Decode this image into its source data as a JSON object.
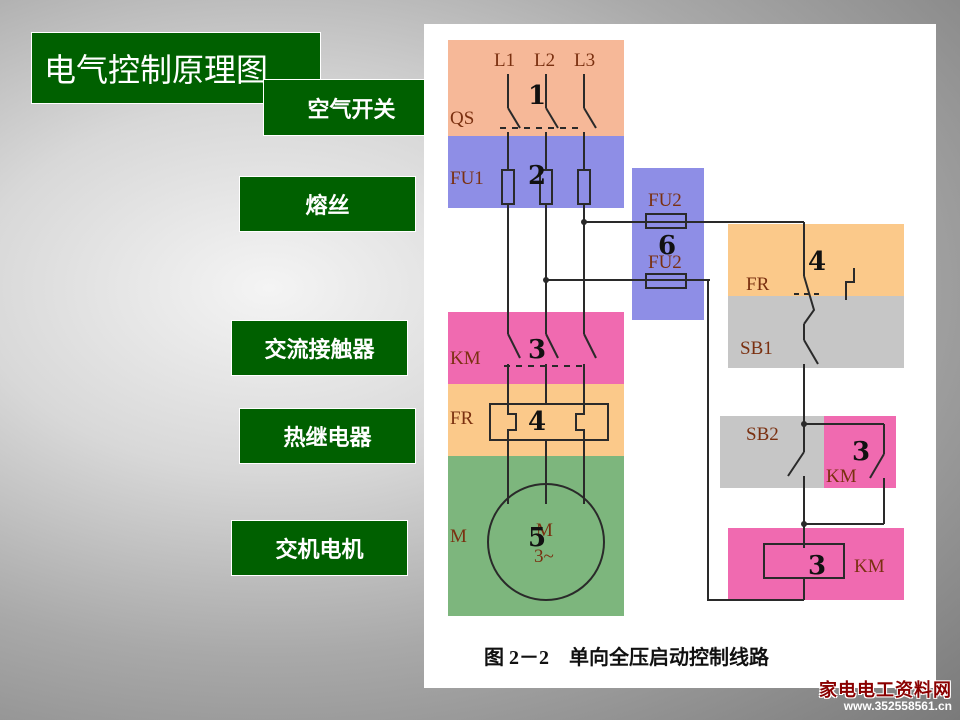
{
  "title": "电气控制原理图",
  "labels": {
    "air_switch": "空气开关",
    "fuse": "熔丝",
    "ac_contactor": "交流接触器",
    "thermal_relay": "热继电器",
    "motor": "交机电机"
  },
  "diagram": {
    "phases": [
      "L1",
      "L2",
      "L3"
    ],
    "symbols": {
      "qs": "QS",
      "fu1": "FU1",
      "fu2_top": "FU2",
      "fu2_bottom": "FU2",
      "fr_control": "FR",
      "sb1": "SB1",
      "sb2": "SB2",
      "km_aux": "KM",
      "km_main": "KM",
      "fr_main": "FR",
      "km_coil": "KM",
      "motor_m": "M",
      "motor_inner": "M",
      "motor_phase": "3~"
    },
    "numbers": {
      "qs": "1",
      "fu1": "2",
      "fu2": "6",
      "fr_control": "4",
      "km_main": "3",
      "fr_main": "4",
      "km_aux": "3",
      "motor": "5",
      "km_coil": "3"
    },
    "caption": "图 2－2　单向全压启动控制线路"
  },
  "colors": {
    "label_bg": "#006000",
    "salmon": "#f6b898",
    "blue": "#8e8ee6",
    "pink": "#f06ab0",
    "orange": "#fbc98a",
    "gray": "#c6c6c6",
    "green": "#7db67d"
  },
  "watermark": {
    "site": "家电电工资料网",
    "url": "www.352558561.cn"
  }
}
